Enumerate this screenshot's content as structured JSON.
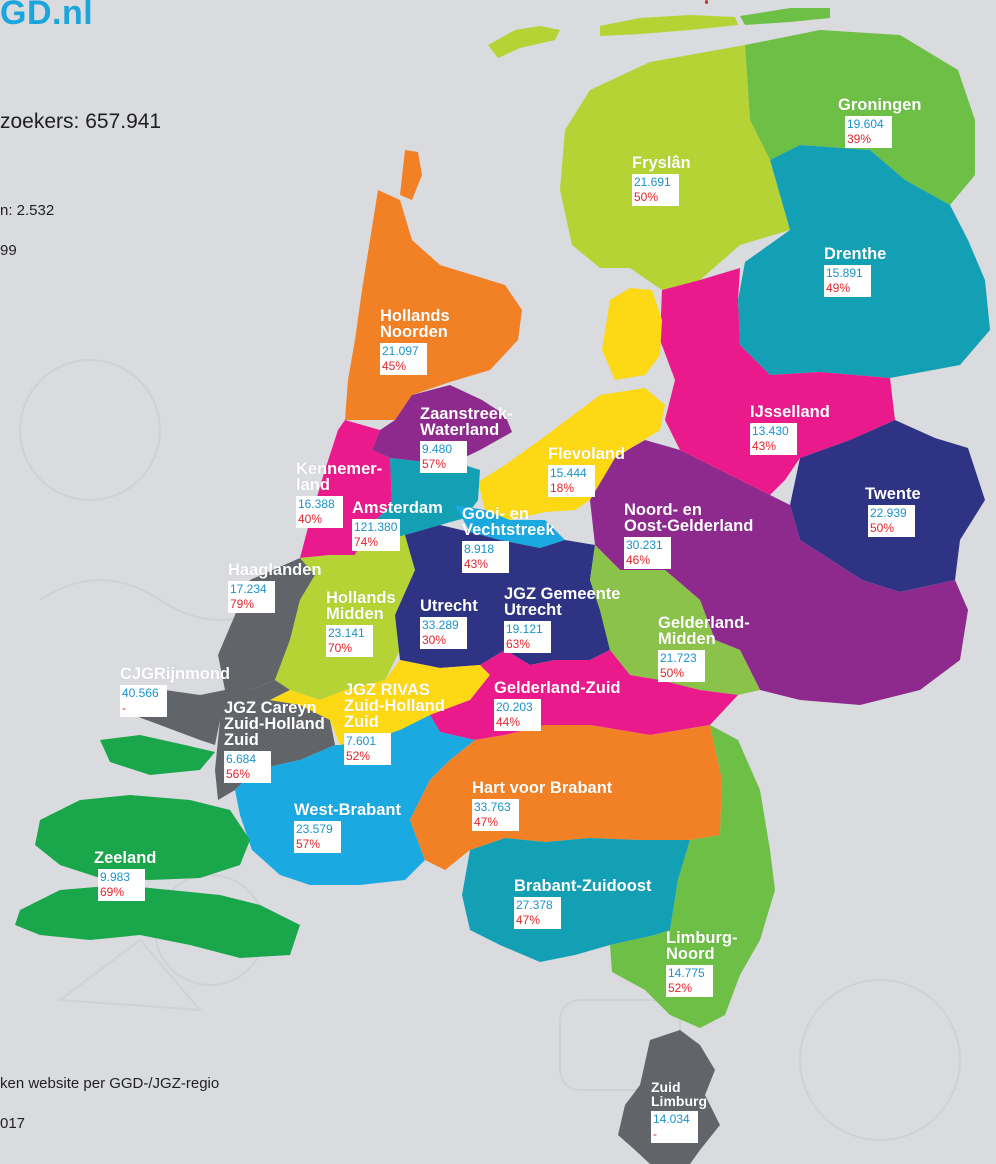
{
  "header": {
    "brand": "GD.nl"
  },
  "stats": {
    "total_label": "zoekers: 657.941",
    "line1": "n: 2.532",
    "line2": "99"
  },
  "footer": {
    "line1": "ken website per GGD-/JGZ-regio",
    "line2": "017"
  },
  "colors": {
    "number": "#1993cc",
    "percent": "#e0262d",
    "background": "#d9dbde"
  },
  "regions": {
    "groningen": {
      "name": "Groningen",
      "visitors": "19.604",
      "pct": "39%",
      "color": "#6ebf45"
    },
    "fryslan": {
      "name": "Fryslân",
      "visitors": "21.691",
      "pct": "50%",
      "color": "#b5d334"
    },
    "drenthe": {
      "name": "Drenthe",
      "visitors": "15.891",
      "pct": "49%",
      "color": "#14a0b4"
    },
    "hollands_noorden": {
      "name": "Hollands\nNoorden",
      "visitors": "21.097",
      "pct": "45%",
      "color": "#f28024"
    },
    "zaanstreek": {
      "name": "Zaanstreek-\nWaterland",
      "visitors": "9.480",
      "pct": "57%",
      "color": "#8e2a8e"
    },
    "ijsselland": {
      "name": "IJsselland",
      "visitors": "13.430",
      "pct": "43%",
      "color": "#ea1a8c"
    },
    "flevoland": {
      "name": "Flevoland",
      "visitors": "15.444",
      "pct": "18%",
      "color": "#fcd815"
    },
    "kennemerland": {
      "name": "Kennemer-\nland",
      "visitors": "16.388",
      "pct": "40%",
      "color": "#ea1a8c"
    },
    "amsterdam": {
      "name": "Amsterdam",
      "visitors": "121.380",
      "pct": "74%",
      "color": "#14a0b4"
    },
    "gooi": {
      "name": "Gooi- en\nVechtstreek",
      "visitors": "8.918",
      "pct": "43%",
      "color": "#1aa9e0"
    },
    "noord_oost_gelderland": {
      "name": "Noord- en\nOost-Gelderland",
      "visitors": "30.231",
      "pct": "46%",
      "color": "#8e2a8e"
    },
    "twente": {
      "name": "Twente",
      "visitors": "22.939",
      "pct": "50%",
      "color": "#2e3483"
    },
    "haaglanden": {
      "name": "Haaglanden",
      "visitors": "17.234",
      "pct": "79%",
      "color": "#616468"
    },
    "hollands_midden": {
      "name": "Hollands\nMidden",
      "visitors": "23.141",
      "pct": "70%",
      "color": "#b5d334"
    },
    "utrecht": {
      "name": "Utrecht",
      "visitors": "33.289",
      "pct": "30%",
      "color": "#2e3483"
    },
    "jgz_utrecht": {
      "name": "JGZ Gemeente\nUtrecht",
      "visitors": "19.121",
      "pct": "63%",
      "color": "#2e3483"
    },
    "gelderland_midden": {
      "name": "Gelderland-\nMidden",
      "visitors": "21.723",
      "pct": "50%",
      "color": "#8bc34a"
    },
    "cjgrijnmond": {
      "name": "CJGRijnmond",
      "visitors": "40.566",
      "pct": "-",
      "color": "#616468"
    },
    "jgz_rivas": {
      "name": "JGZ RIVAS\nZuid-Holland\nZuid",
      "visitors": "7.601",
      "pct": "52%",
      "color": "#fcd815"
    },
    "jgz_careyn": {
      "name": "JGZ Careyn\nZuid-Holland\nZuid",
      "visitors": "6.684",
      "pct": "56%",
      "color": "#616468"
    },
    "gelderland_zuid": {
      "name": "Gelderland-Zuid",
      "visitors": "20.203",
      "pct": "44%",
      "color": "#ea1a8c"
    },
    "west_brabant": {
      "name": "West-Brabant",
      "visitors": "23.579",
      "pct": "57%",
      "color": "#1aa9e0"
    },
    "hart_voor_brabant": {
      "name": "Hart voor Brabant",
      "visitors": "33.763",
      "pct": "47%",
      "color": "#f28024"
    },
    "zeeland": {
      "name": "Zeeland",
      "visitors": "9.983",
      "pct": "69%",
      "color": "#1aa64b"
    },
    "brabant_zuidoost": {
      "name": "Brabant-Zuidoost",
      "visitors": "27.378",
      "pct": "47%",
      "color": "#14a0b4"
    },
    "limburg_noord": {
      "name": "Limburg-\nNoord",
      "visitors": "14.775",
      "pct": "52%",
      "color": "#6ebf45"
    },
    "zuid_limburg": {
      "name": "Zuid\nLimburg",
      "visitors": "14.034",
      "pct": "-",
      "color": "#616468"
    }
  }
}
